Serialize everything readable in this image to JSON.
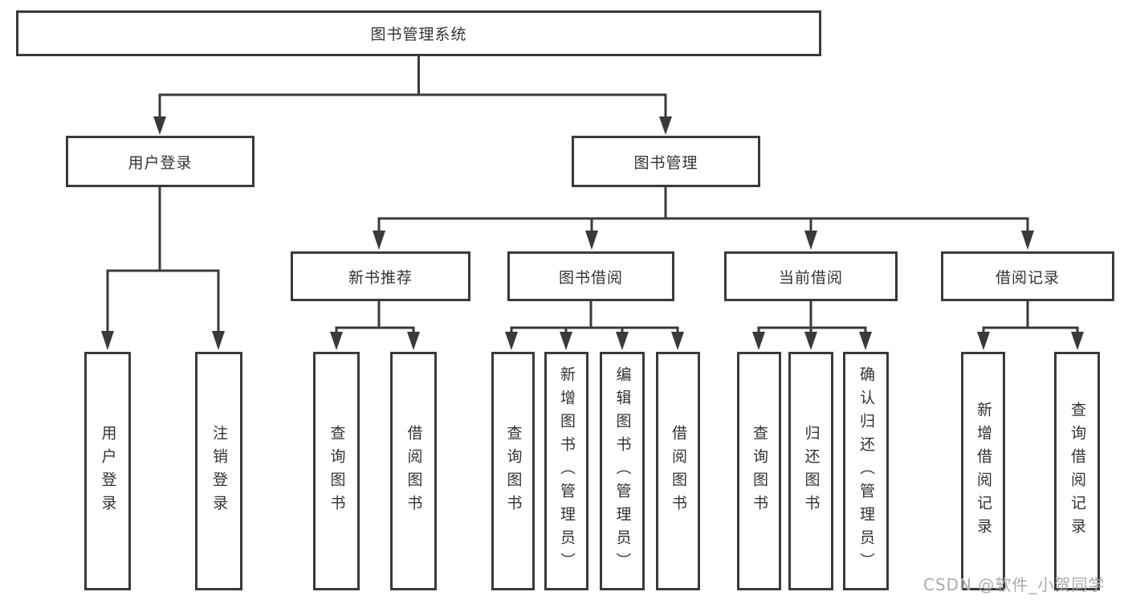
{
  "tree": {
    "label": "图书管理系统",
    "children": [
      {
        "label": "用户登录",
        "children": [
          {
            "label": "用户登录"
          },
          {
            "label": "注销登录"
          }
        ]
      },
      {
        "label": "图书管理",
        "children": [
          {
            "label": "新书推荐",
            "children": [
              {
                "label": "查询图书"
              },
              {
                "label": "借阅图书"
              }
            ]
          },
          {
            "label": "图书借阅",
            "children": [
              {
                "label": "查询图书"
              },
              {
                "label": "新增图书（管理员）"
              },
              {
                "label": "编辑图书（管理员）"
              },
              {
                "label": "借阅图书"
              }
            ]
          },
          {
            "label": "当前借阅",
            "children": [
              {
                "label": "查询图书"
              },
              {
                "label": "归还图书"
              },
              {
                "label": "确认归还（管理员）"
              }
            ]
          },
          {
            "label": "借阅记录",
            "children": [
              {
                "label": "新增借阅记录"
              },
              {
                "label": "查询借阅记录"
              }
            ]
          }
        ]
      }
    ]
  },
  "watermark": {
    "text": "CSDN @软件_小贺同学"
  },
  "colors": {
    "line": "#3a3a3a",
    "text": "#333333",
    "watermark": "#ababab",
    "background": "#ffffff"
  }
}
